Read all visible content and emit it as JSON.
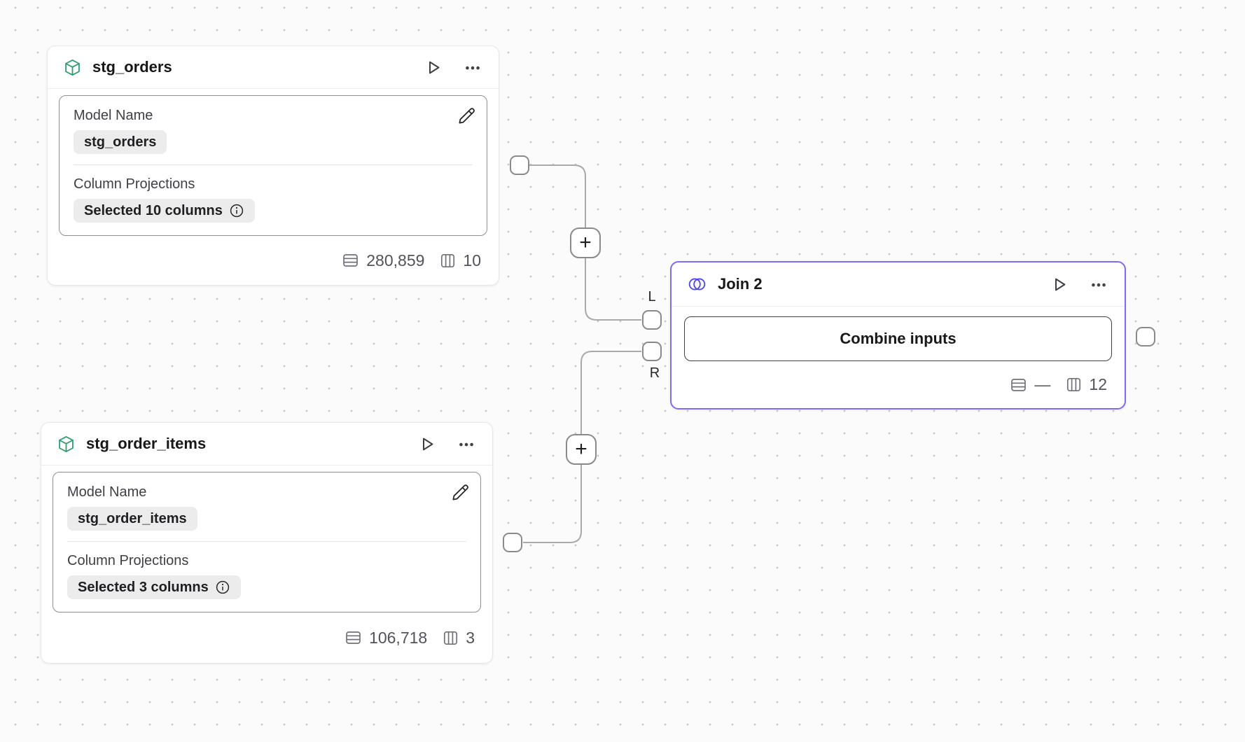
{
  "canvas": {
    "bg_color": "#fbfbfb",
    "dot_color": "#c8c8c8"
  },
  "colors": {
    "accent_purple": "#7e6bf3",
    "model_icon_green": "#2f9e6d",
    "join_icon_indigo": "#4d48e8"
  },
  "nodes": {
    "stg_orders": {
      "title": "stg_orders",
      "icon": "cube-icon",
      "model_name_label": "Model Name",
      "model_name_value": "stg_orders",
      "column_projections_label": "Column Projections",
      "column_projections_value": "Selected 10 columns",
      "rows": "280,859",
      "columns": "10"
    },
    "stg_order_items": {
      "title": "stg_order_items",
      "icon": "cube-icon",
      "model_name_label": "Model Name",
      "model_name_value": "stg_order_items",
      "column_projections_label": "Column Projections",
      "column_projections_value": "Selected 3 columns",
      "rows": "106,718",
      "columns": "3"
    },
    "join_2": {
      "title": "Join 2",
      "icon": "venn-icon",
      "action_label": "Combine inputs",
      "rows": "—",
      "columns": "12",
      "left_port_label": "L",
      "right_port_label": "R"
    }
  },
  "wires": {
    "plus_button_label": "+"
  }
}
